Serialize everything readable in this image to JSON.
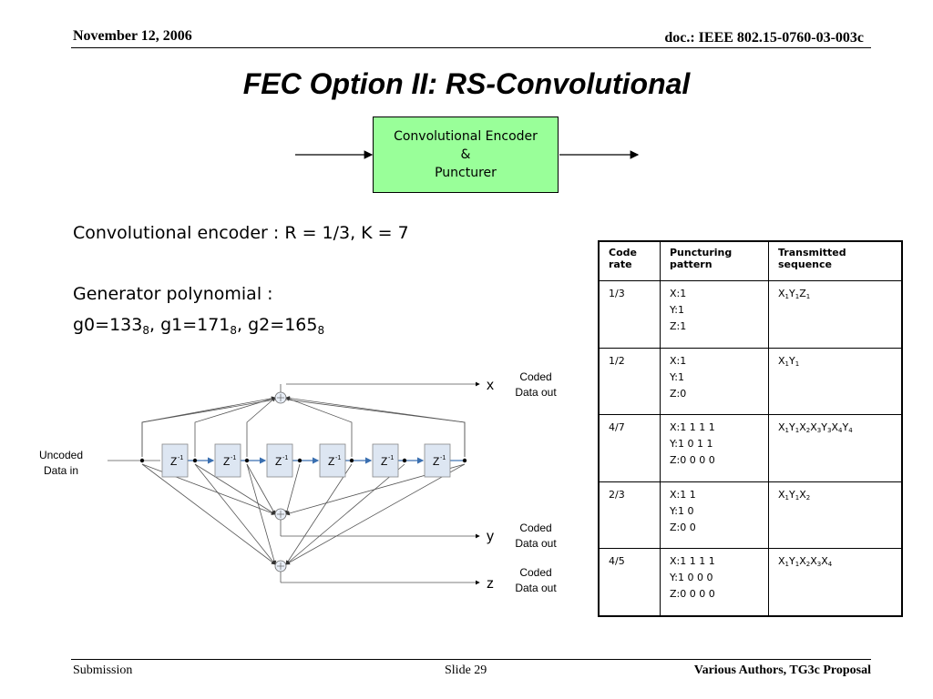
{
  "header": {
    "date": "November 12, 2006",
    "doc": "doc.: IEEE 802.15-0760-03-003c"
  },
  "title": "FEC Option II: RS-Convolutional",
  "encoder_box": {
    "line1": "Convolutional Encoder",
    "line2": "&",
    "line3": "Puncturer",
    "color": "#99ff99"
  },
  "body": {
    "rate_line": "Convolutional encoder : R = 1/3, K = 7",
    "generator_heading": "Generator polynomial :",
    "g0": "g0=133",
    "g1": ", g1=171",
    "g2": ", g2=165",
    "base": "8"
  },
  "diagram": {
    "input_label_1": "Uncoded",
    "input_label_2": "Data in",
    "delay_label": "Z",
    "delay_exp": "-1",
    "outputs": [
      {
        "symbol": "x",
        "label_1": "Coded",
        "label_2": "Data out"
      },
      {
        "symbol": "y",
        "label_1": "Coded",
        "label_2": "Data out"
      },
      {
        "symbol": "z",
        "label_1": "Coded",
        "label_2": "Data out"
      }
    ]
  },
  "table": {
    "headers": [
      "Code rate",
      "Puncturing pattern",
      "Transmitted sequence"
    ],
    "rows": [
      {
        "rate": "1/3",
        "pattern": [
          "X:1",
          "Y:1",
          "Z:1"
        ],
        "seq": [
          [
            "X",
            "1"
          ],
          [
            "Y",
            "1"
          ],
          [
            "Z",
            "1"
          ]
        ]
      },
      {
        "rate": "1/2",
        "pattern": [
          "X:1",
          "Y:1",
          "Z:0"
        ],
        "seq": [
          [
            "X",
            "1"
          ],
          [
            "Y",
            "1"
          ]
        ]
      },
      {
        "rate": "4/7",
        "pattern": [
          "X:1 1 1 1",
          "Y:1 0 1 1",
          "Z:0 0 0 0"
        ],
        "seq": [
          [
            "X",
            "1"
          ],
          [
            "Y",
            "1"
          ],
          [
            "X",
            "2"
          ],
          [
            "X",
            "3"
          ],
          [
            "Y",
            "3"
          ],
          [
            "X",
            "4"
          ],
          [
            "Y",
            "4"
          ]
        ]
      },
      {
        "rate": "2/3",
        "pattern": [
          "X:1 1",
          "Y:1 0",
          "Z:0 0"
        ],
        "seq": [
          [
            "X",
            "1"
          ],
          [
            "Y",
            "1"
          ],
          [
            "X",
            "2"
          ]
        ]
      },
      {
        "rate": "4/5",
        "pattern": [
          "X:1 1 1 1",
          "Y:1 0 0 0",
          "Z:0 0 0 0"
        ],
        "seq": [
          [
            "X",
            "1"
          ],
          [
            "Y",
            "1"
          ],
          [
            "X",
            "2"
          ],
          [
            "X",
            "3"
          ],
          [
            "X",
            "4"
          ]
        ]
      }
    ]
  },
  "footer": {
    "left": "Submission",
    "center": "Slide 29",
    "right": "Various Authors, TG3c Proposal"
  }
}
